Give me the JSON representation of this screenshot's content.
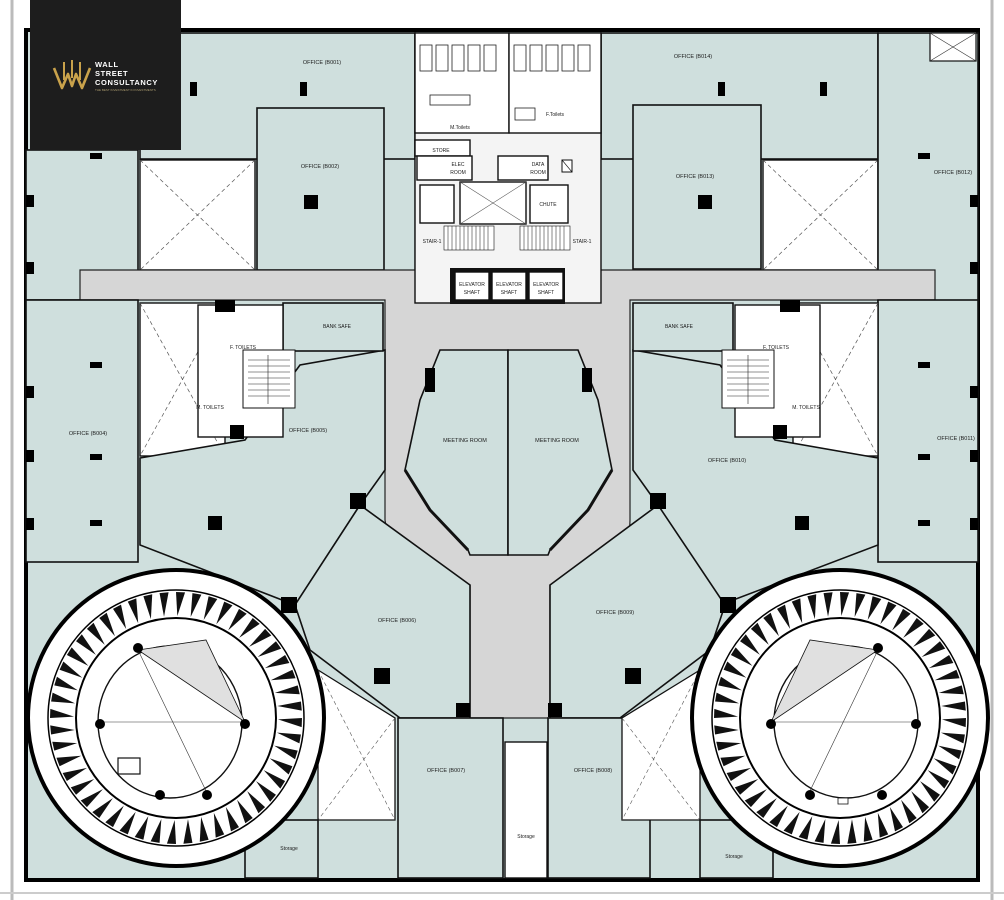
{
  "brand": {
    "line1": "WALL",
    "line2": "STREET",
    "line3": "CONSULTANCY",
    "tagline": "THE BEST INVESTMENT IN INVESTMENTS",
    "logo_color": "#c9a24b"
  },
  "colors": {
    "office_fill": "#cfdfdd",
    "corridor_fill": "#d6d6d6",
    "wall": "#111111"
  },
  "rooms": {
    "office_b001": "OFFICE (B001)",
    "office_b002": "OFFICE (B002)",
    "office_b004": "OFFICE (B004)",
    "office_b005": "OFFICE (B005)",
    "office_b006": "OFFICE (B006)",
    "office_b007": "OFFICE (B007)",
    "office_b008": "OFFICE (B008)",
    "office_b009": "OFFICE (B009)",
    "office_b010": "OFFICE (B010)",
    "office_b011": "OFFICE (B011)",
    "office_b012": "OFFICE (B012)",
    "office_b013": "OFFICE (B013)",
    "office_b014": "OFFICE (B014)",
    "meeting_left": "MEETING ROOM",
    "meeting_right": "MEETING ROOM",
    "m_toilets": "M.Toilets",
    "f_toilets": "F.Toilets",
    "store": "STORE",
    "elec_line1": "ELEC",
    "elec_line2": "ROOM",
    "data_line1": "DATA",
    "data_line2": "ROOM",
    "chute": "CHUTE",
    "stair_left": "STAIR-1",
    "stair_right": "STAIR-1",
    "elevator_top": "ELEVATOR",
    "elevator_bottom": "SHAFT",
    "bank_safe_left": "BANK SAFE",
    "bank_safe_right": "BANK SAFE",
    "f_toilets_left": "F. TOILETS",
    "m_toilets_left": "M. TOILETS",
    "f_toilets_right": "F. TOILETS",
    "m_toilets_right": "M. TOILETS",
    "storage_left": "Storage",
    "storage_center": "Storage",
    "storage_right": "Storage"
  }
}
